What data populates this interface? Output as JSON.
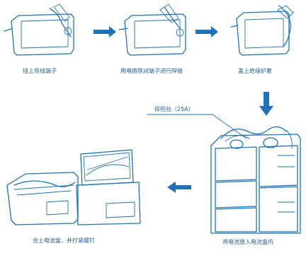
{
  "diagram": {
    "steps": [
      {
        "label": "插上导线端子"
      },
      {
        "label": "用电烙铁对端子进行焊接"
      },
      {
        "label": "盖上绝缘护套"
      },
      {
        "label": "将电池放入电池盒内"
      },
      {
        "label": "合上电池盒，并拧紧螺钉"
      }
    ],
    "callout": {
      "label": "保险丝（25A）"
    },
    "colors": {
      "line": "#1f72b9",
      "arrow": "#1f72b9",
      "background": "#ffffff"
    }
  }
}
